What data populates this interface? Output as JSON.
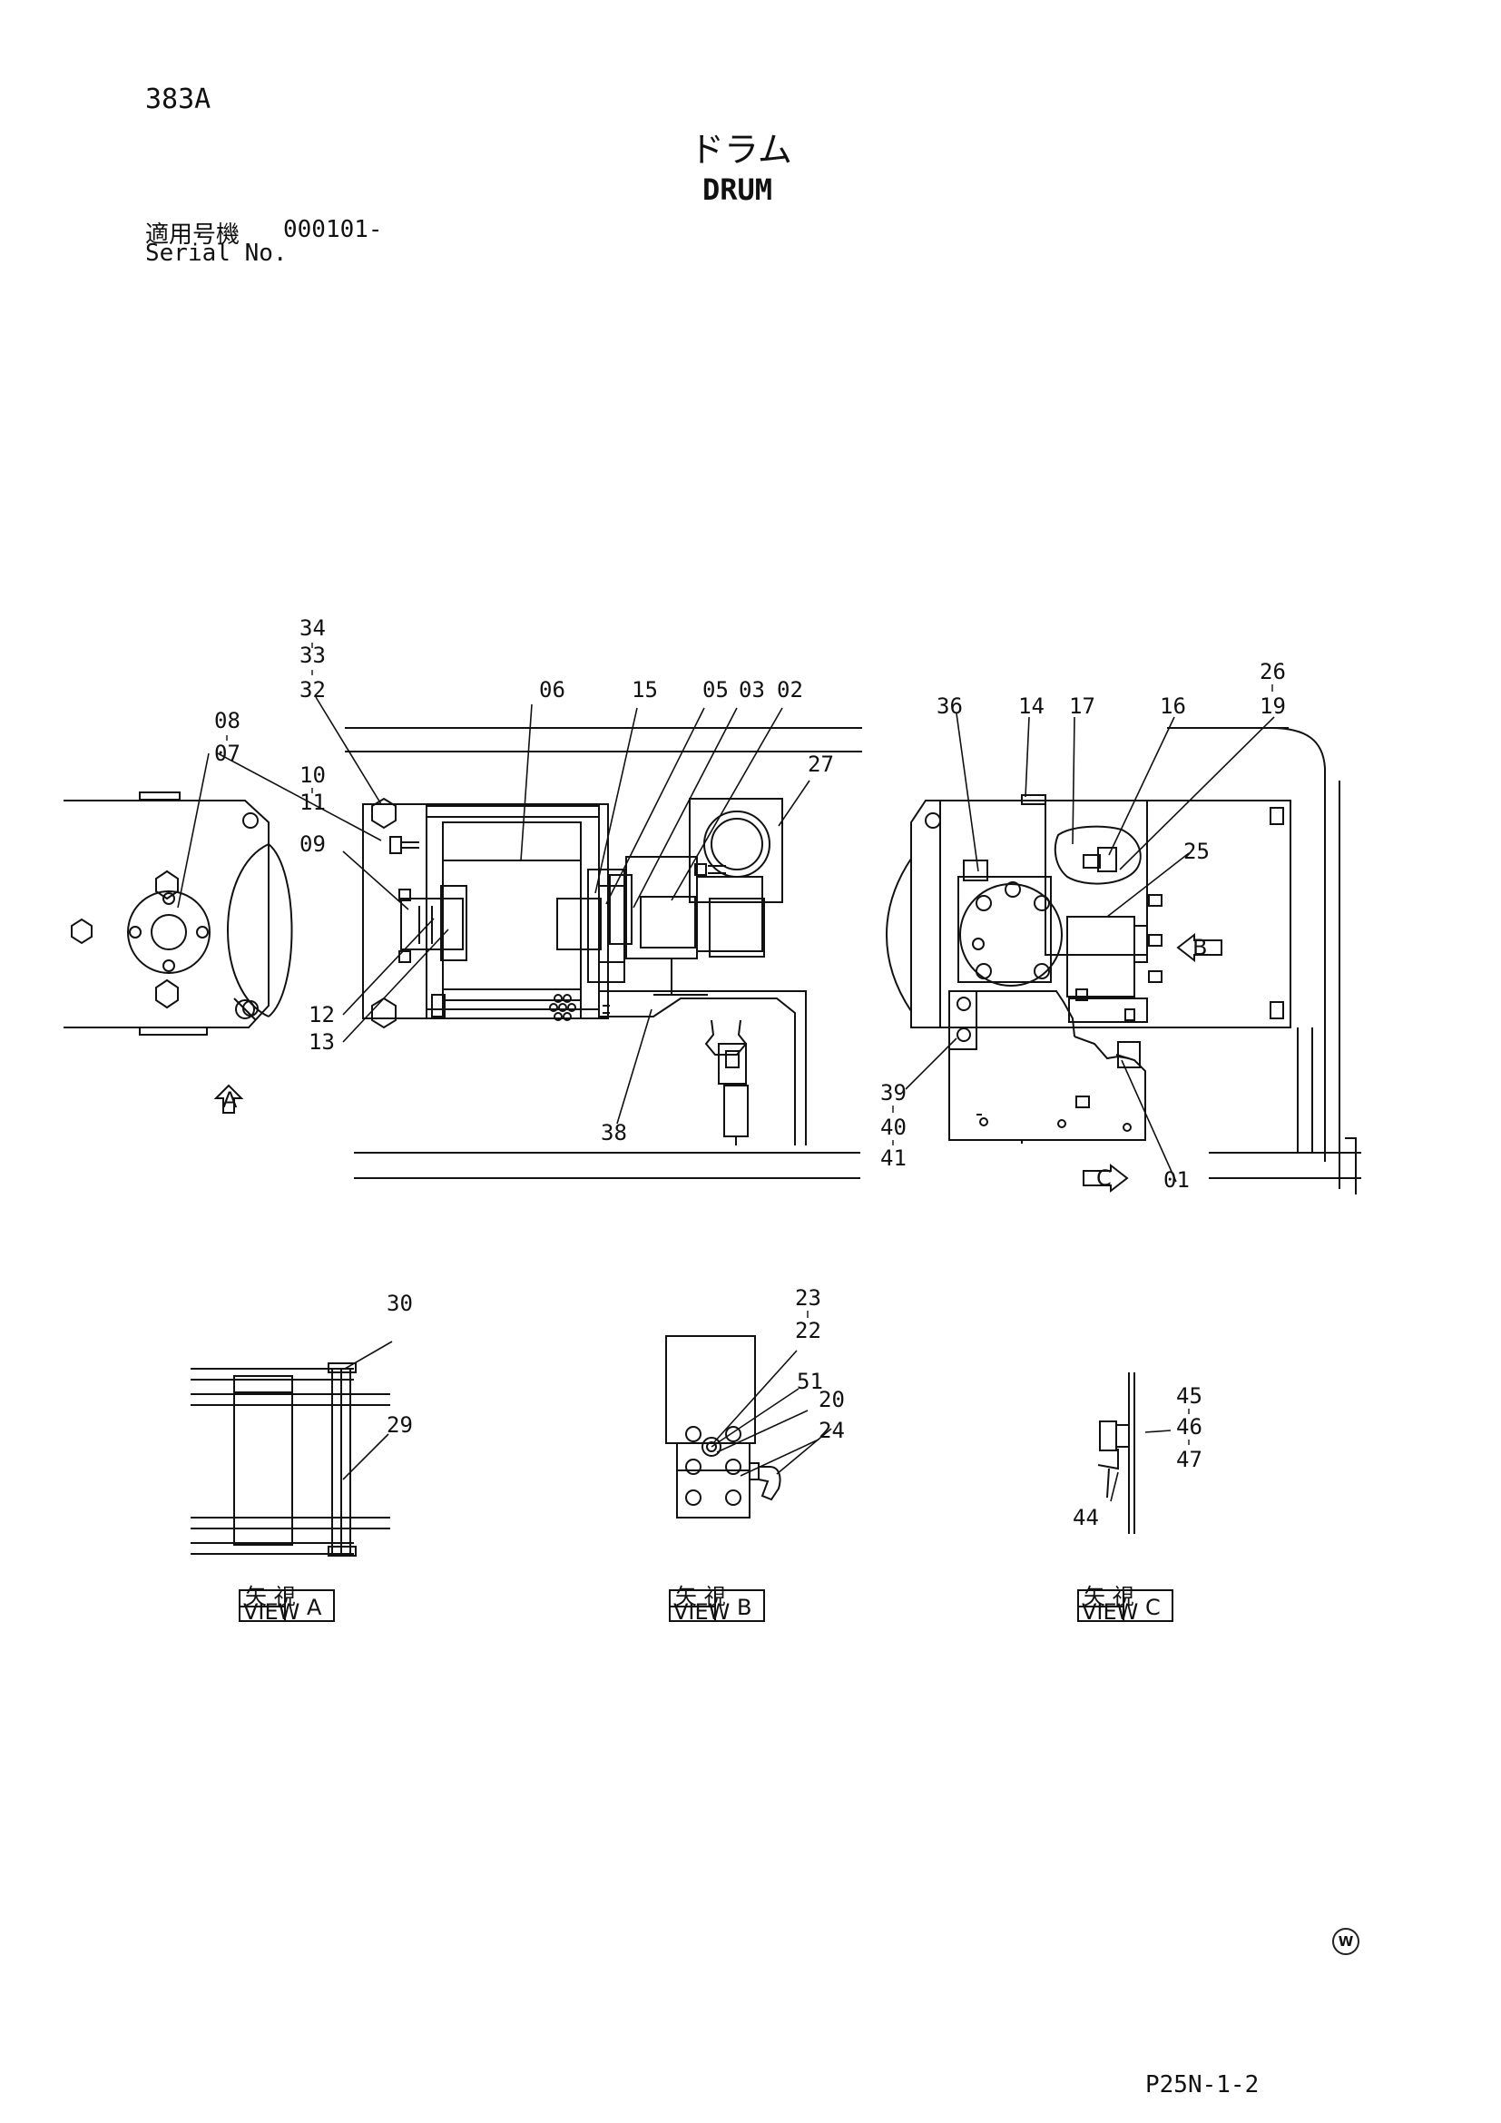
{
  "header": {
    "page_no": "383A",
    "title_jp": "ドラム",
    "title_en": "DRUM",
    "serial_label_jp": "適用号機",
    "serial_value": "000101-",
    "serial_label_en": "Serial No."
  },
  "part_labels": {
    "p34": "34",
    "p33": "33",
    "p32": "32",
    "p08": "08",
    "p07": "07",
    "p10": "10",
    "p11": "11",
    "p09": "09",
    "p12": "12",
    "p13": "13",
    "p06": "06",
    "p15": "15",
    "p05": "05",
    "p03": "03",
    "p02": "02",
    "p27": "27",
    "p38": "38",
    "p36": "36",
    "p14": "14",
    "p17": "17",
    "p16": "16",
    "p26": "26",
    "p19": "19",
    "p25": "25",
    "p39": "39",
    "p40": "40",
    "p41": "41",
    "p01": "01",
    "p30": "30",
    "p29": "29",
    "p23": "23",
    "p22": "22",
    "p51": "51",
    "p20": "20",
    "p24": "24",
    "p45": "45",
    "p46": "46",
    "p47": "47",
    "p44": "44"
  },
  "view_markers": {
    "a": "A",
    "b": "B",
    "c": "C"
  },
  "view_boxes": {
    "a": {
      "jp": "矢 視",
      "en": "VIEW",
      "letter": "A"
    },
    "b": {
      "jp": "矢 視",
      "en": "VIEW",
      "letter": "B"
    },
    "c": {
      "jp": "矢 視",
      "en": "VIEW",
      "letter": "C"
    }
  },
  "footer": {
    "code": "P25N-1-2",
    "mark": "W"
  }
}
